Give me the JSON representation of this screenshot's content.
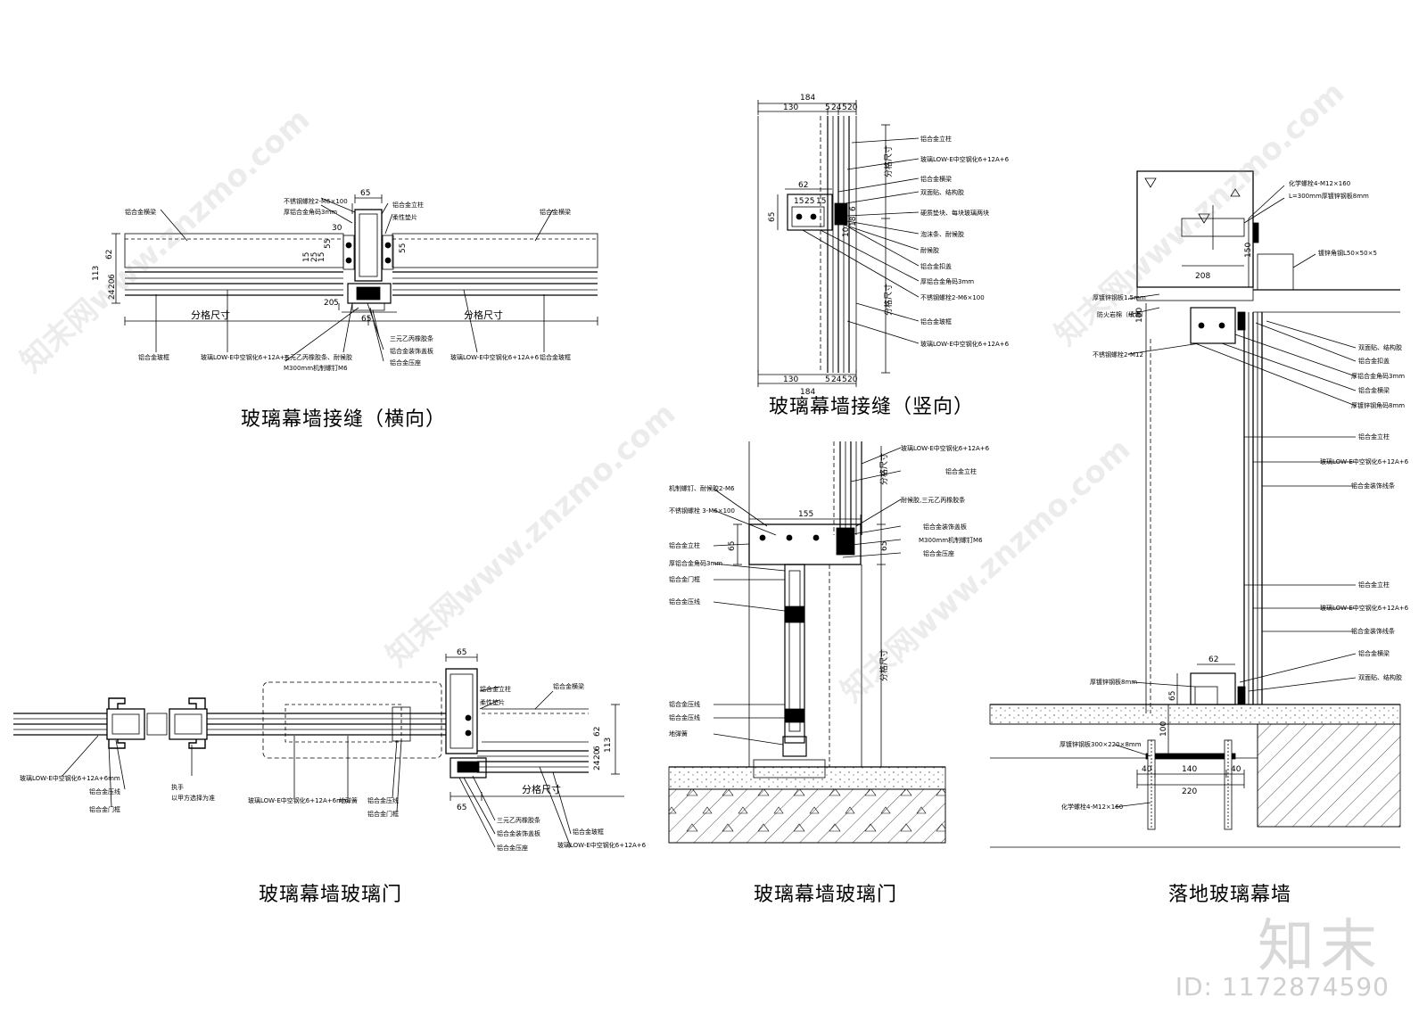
{
  "titles": {
    "t1": "玻璃幕墙接缝（横向）",
    "t2": "玻璃幕墙接缝（竖向）",
    "t3": "玻璃幕墙玻璃门",
    "t4": "玻璃幕墙玻璃门",
    "t5": "落地玻璃幕墙"
  },
  "watermark": {
    "brand": "知末",
    "image_id": "ID: 1172874590",
    "site": "知末网www.znzmo.com"
  },
  "d1": {
    "labels": {
      "a": "不锈钢螺栓2-M6×100",
      "b": "厚铝合金角码3mm",
      "c": "铝合金立柱",
      "d": "柔性垫片",
      "e": "铝合金横梁",
      "f": "铝合金横梁",
      "g": "铝合金玻框",
      "h": "玻璃LOW-E中空钢化6+12A+6",
      "i": "三元乙丙橡胶条、耐候胶",
      "j": "M300mm机制螺钉M6",
      "k": "三元乙丙橡胶条",
      "l": "铝合金装饰盖板",
      "m": "铝合金压座",
      "n": "玻璃LOW-E中空钢化6+12A+6",
      "o": "铝合金玻框"
    },
    "dims": {
      "w65": "65",
      "w65b": "65",
      "w30": "30",
      "h62": "62",
      "h113": "113",
      "h24": "24",
      "h20": "20",
      "h6": "6",
      "v55": "55",
      "v15": "15",
      "v25": "25",
      "v15b": "15",
      "v55b": "55",
      "v20": "20",
      "v5": "5",
      "span": "分格尺寸",
      "span2": "分格尺寸"
    }
  },
  "d2": {
    "labels": {
      "a": "铝合金立柱",
      "b": "玻璃LOW-E中空钢化6+12A+6",
      "c": "铝合金横梁",
      "d": "双面贴、结构胶",
      "e": "硬质垫块、每块玻璃两块",
      "f": "泡沫条、耐候胶",
      "g": "耐候胶",
      "h": "铝合金扣盖",
      "i": "厚铝合金角码3mm",
      "j": "不锈钢螺栓2-M6×100",
      "k": "铝合金玻框",
      "l": "玻璃LOW-E中空钢化6+12A+6"
    },
    "dims": {
      "top184": "184",
      "top130": "130",
      "top5": "5",
      "top24": "24",
      "top5b": "5",
      "top20": "20",
      "w62": "62",
      "h65": "65",
      "s15": "15",
      "s25": "25",
      "s15b": "15",
      "r10": "10",
      "r18": "18",
      "r6": "6",
      "bot184": "184",
      "bot130": "130",
      "bot5": "5",
      "bot24": "24",
      "bot5b": "5",
      "bot20": "20",
      "span": "分格尺寸",
      "span2": "分格尺寸"
    }
  },
  "d3": {
    "labels": {
      "a": "铝合金立柱",
      "b": "柔性垫片",
      "c": "铝合金横梁",
      "d": "玻璃LOW-E中空钢化6+12A+6mm",
      "e": "铝合金压线",
      "f": "铝合金门框",
      "g": "执手",
      "h": "以甲方选择为准",
      "i": "玻璃LOW-E中空钢化6+12A+6mm",
      "j": "地弹簧",
      "k": "铝合金压线",
      "l": "铝合金门框",
      "m": "三元乙丙橡胶条",
      "n": "铝合金装饰盖板",
      "o": "铝合金压座",
      "p": "铝合金玻框",
      "q": "玻璃LOW-E中空钢化6+12A+6"
    },
    "dims": {
      "w65": "65",
      "w65b": "65",
      "h62": "62",
      "h113": "113",
      "h24": "24",
      "h20": "20",
      "h6": "6",
      "span": "分格尺寸"
    }
  },
  "d4": {
    "labels": {
      "a": "玻璃LOW-E中空钢化6+12A+6",
      "b": "铝合金立柱",
      "c": "耐候胶,三元乙丙橡胶条",
      "d": "铝合金装饰盖板",
      "e": "M300mm机制螺钉M6",
      "f": "铝合金压座",
      "g": "机制螺钉、耐候胶2-M6",
      "h": "不锈钢螺栓 3-M6×100",
      "i": "铝合金立柱",
      "j": "厚铝合金角码3mm",
      "k": "铝合金门框",
      "l": "铝合金压线",
      "m": "铝合金压线",
      "n": "铝合金压线",
      "o": "地弹簧"
    },
    "dims": {
      "w155": "155",
      "h65": "65",
      "h65b": "65",
      "span": "分格尺寸",
      "span2": "分格尺寸"
    }
  },
  "d5": {
    "labels": {
      "a": "化学螺栓4-M12×160",
      "b": "L=300mm厚镀锌钢板8mm",
      "c": "镀锌角钢L50×50×5",
      "d": "厚镀锌钢板1.5mm",
      "e": "防火岩棉（填满）",
      "f": "不锈钢螺栓2-M12",
      "g": "双面贴、结构胶",
      "h": "铝合金扣盖",
      "i": "厚铝合金角码3mm",
      "j": "铝合金横梁",
      "k": "厚镀锌钢角码8mm",
      "l": "铝合金立柱",
      "m": "玻璃LOW-E中空钢化6+12A+6",
      "n": "铝合金装饰线条",
      "o": "铝合金立柱",
      "p": "玻璃LOW-E中空钢化6+12A+6",
      "q": "铝合金装饰线条",
      "r": "铝合金横梁",
      "s": "双面贴、结构胶",
      "t": "厚镀锌钢板8mm",
      "u": "厚镀锌钢板300×220×8mm",
      "v": "化学螺栓4-M12×160"
    },
    "dims": {
      "w208": "208",
      "h150": "150",
      "h100": "100",
      "w62": "62",
      "h65": "65",
      "h100b": "100",
      "w40": "40",
      "w140": "140",
      "w40b": "40",
      "w220": "220"
    }
  }
}
